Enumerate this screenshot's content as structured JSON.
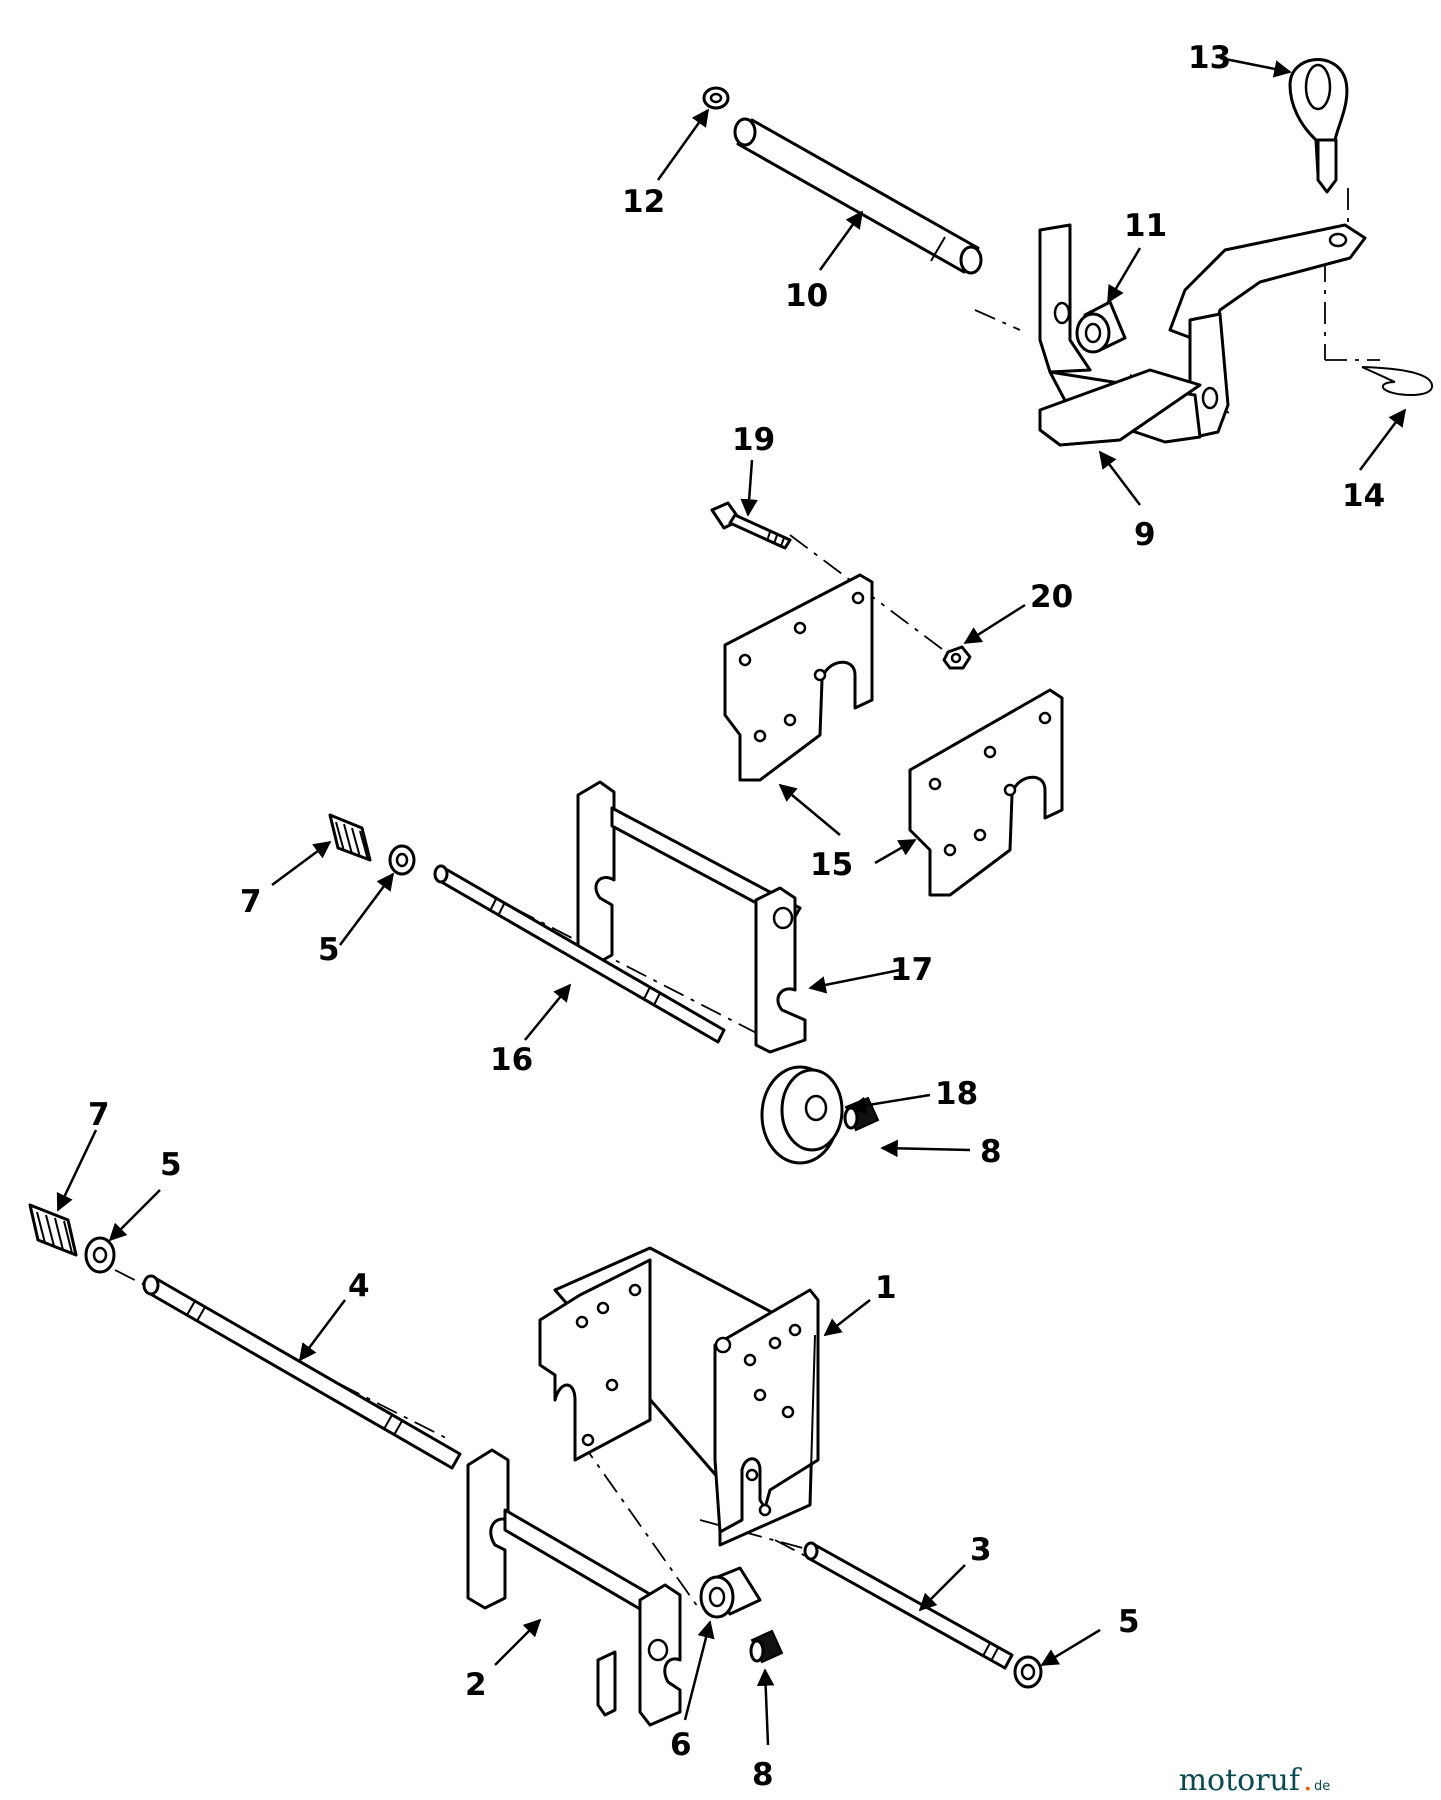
{
  "callouts": [
    {
      "id": "c1",
      "text": "1"
    },
    {
      "id": "c2",
      "text": "2"
    },
    {
      "id": "c3",
      "text": "3"
    },
    {
      "id": "c4",
      "text": "4"
    },
    {
      "id": "c5a",
      "text": "5"
    },
    {
      "id": "c5b",
      "text": "5"
    },
    {
      "id": "c5c",
      "text": "5"
    },
    {
      "id": "c6",
      "text": "6"
    },
    {
      "id": "c7a",
      "text": "7"
    },
    {
      "id": "c7b",
      "text": "7"
    },
    {
      "id": "c8a",
      "text": "8"
    },
    {
      "id": "c8b",
      "text": "8"
    },
    {
      "id": "c9",
      "text": "9"
    },
    {
      "id": "c10",
      "text": "10"
    },
    {
      "id": "c11",
      "text": "11"
    },
    {
      "id": "c12",
      "text": "12"
    },
    {
      "id": "c13",
      "text": "13"
    },
    {
      "id": "c14",
      "text": "14"
    },
    {
      "id": "c15",
      "text": "15"
    },
    {
      "id": "c16",
      "text": "16"
    },
    {
      "id": "c17",
      "text": "17"
    },
    {
      "id": "c18",
      "text": "18"
    },
    {
      "id": "c19",
      "text": "19"
    },
    {
      "id": "c20",
      "text": "20"
    }
  ],
  "watermark": {
    "brand": "motoruf",
    "tld": "de"
  },
  "colors": {
    "ink": "#000000",
    "background": "#ffffff",
    "watermark_teal": "#0a4a52",
    "watermark_orange": "#e06000"
  }
}
